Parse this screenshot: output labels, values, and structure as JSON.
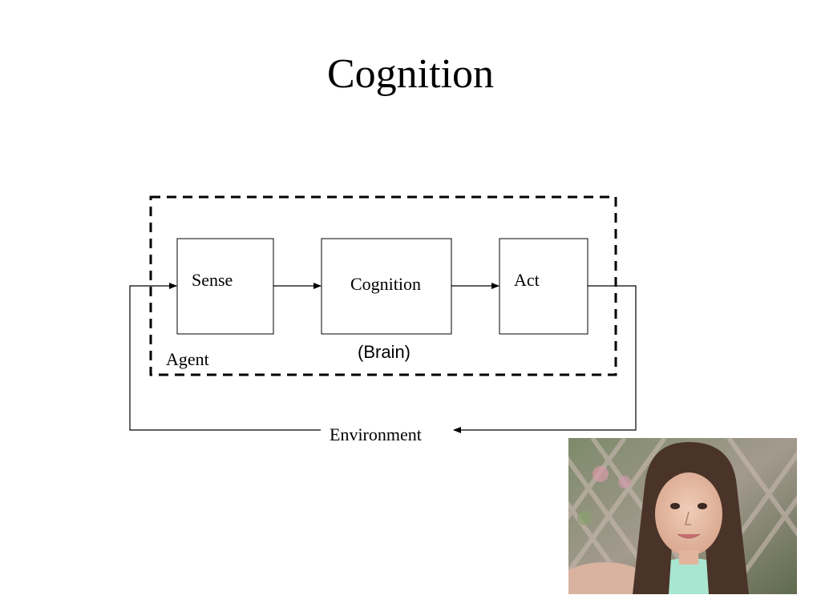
{
  "slide": {
    "title": "Cognition"
  },
  "diagram": {
    "agent_label": "Agent",
    "boxes": {
      "sense": "Sense",
      "cognition": "Cognition",
      "act": "Act"
    },
    "brain_label": "(Brain)",
    "environment_label": "Environment"
  },
  "colors": {
    "background": "#ffffff",
    "stroke": "#000000"
  },
  "photo": {
    "icon": "portrait-photo-girl"
  }
}
